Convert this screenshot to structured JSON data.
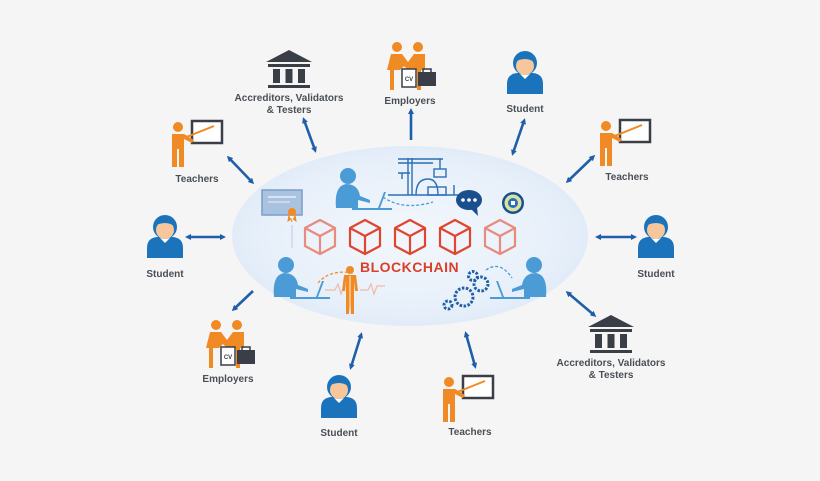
{
  "diagram": {
    "center": {
      "title": "BLOCKCHAIN",
      "block_count": 5,
      "icons": [
        "certificate-icon",
        "person-laptop-icon",
        "crane-factory-icon",
        "chat-bubble-icon",
        "digital-badge-icon",
        "person-laptop-icon",
        "human-body-icon",
        "gears-icon",
        "person-laptop-icon"
      ]
    },
    "nodes": [
      {
        "id": "accreditors-top",
        "label_line1": "Accreditors, Validators",
        "label_line2": "& Testers",
        "icon": "institution-icon"
      },
      {
        "id": "employers-top",
        "label": "Employers",
        "icon": "handshake-icon",
        "badge": "CV"
      },
      {
        "id": "student-top-right",
        "label": "Student",
        "icon": "student-icon"
      },
      {
        "id": "teachers-top-left",
        "label": "Teachers",
        "icon": "teacher-icon"
      },
      {
        "id": "teachers-top-right",
        "label": "Teachers",
        "icon": "teacher-icon"
      },
      {
        "id": "student-left",
        "label": "Student",
        "icon": "student-icon"
      },
      {
        "id": "student-right",
        "label": "Student",
        "icon": "student-icon"
      },
      {
        "id": "employers-bottom-left",
        "label": "Employers",
        "icon": "handshake-icon",
        "badge": "CV"
      },
      {
        "id": "student-bottom",
        "label": "Student",
        "icon": "student-icon"
      },
      {
        "id": "teachers-bottom",
        "label": "Teachers",
        "icon": "teacher-icon"
      },
      {
        "id": "accreditors-bottom-right",
        "label_line1": "Accreditors, Validators",
        "label_line2": "& Testers",
        "icon": "institution-icon"
      }
    ],
    "colors": {
      "background": "#f5f5f5",
      "arrow": "#1f5fa8",
      "block": "#e0452f",
      "orange_figure": "#f08a24",
      "student_blue": "#1b74bb",
      "skin": "#f7c79b",
      "institution": "#3a3f47",
      "label_text": "#4a4f56",
      "ellipse": "#e3edf8",
      "silhouette": "#4a9bd6"
    }
  }
}
